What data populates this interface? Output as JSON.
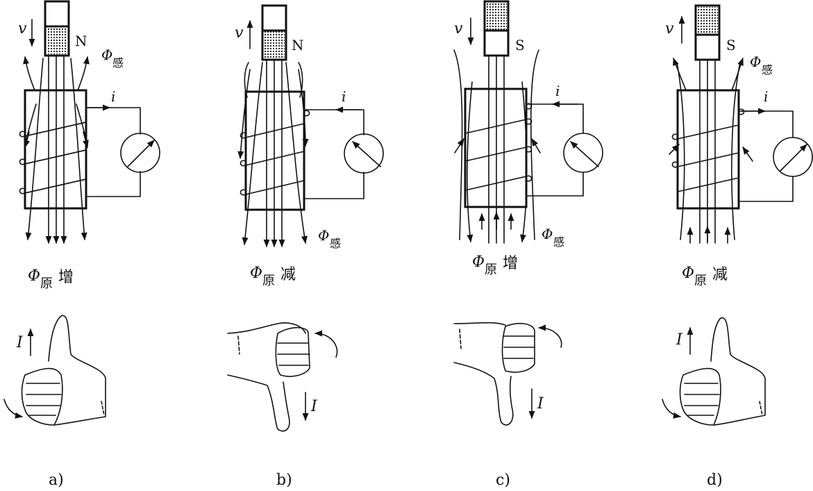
{
  "panels": [
    {
      "label": "a)",
      "pole": "N",
      "velocity": "v",
      "velocity_dir": "down",
      "flux_symbol": "Φ",
      "original_sub": "原",
      "original_change": "增",
      "induced_sub": "感",
      "current_symbol": "i",
      "current_dir": "right",
      "hand_current": "I",
      "hand_current_dir": "up"
    },
    {
      "label": "b)",
      "pole": "N",
      "velocity": "v",
      "velocity_dir": "up",
      "flux_symbol": "Φ",
      "original_sub": "原",
      "original_change": "减",
      "induced_sub": "感",
      "current_symbol": "i",
      "current_dir": "left",
      "hand_current": "I",
      "hand_current_dir": "down"
    },
    {
      "label": "c)",
      "pole": "S",
      "velocity": "v",
      "velocity_dir": "down",
      "flux_symbol": "Φ",
      "original_sub": "原",
      "original_change": "增",
      "induced_sub": "感",
      "current_symbol": "i",
      "current_dir": "left",
      "hand_current": "I",
      "hand_current_dir": "down"
    },
    {
      "label": "d)",
      "pole": "S",
      "velocity": "v",
      "velocity_dir": "up",
      "flux_symbol": "Φ",
      "original_sub": "原",
      "original_change": "减",
      "induced_sub": "感",
      "current_symbol": "i",
      "current_dir": "right",
      "hand_current": "I",
      "hand_current_dir": "up"
    }
  ]
}
